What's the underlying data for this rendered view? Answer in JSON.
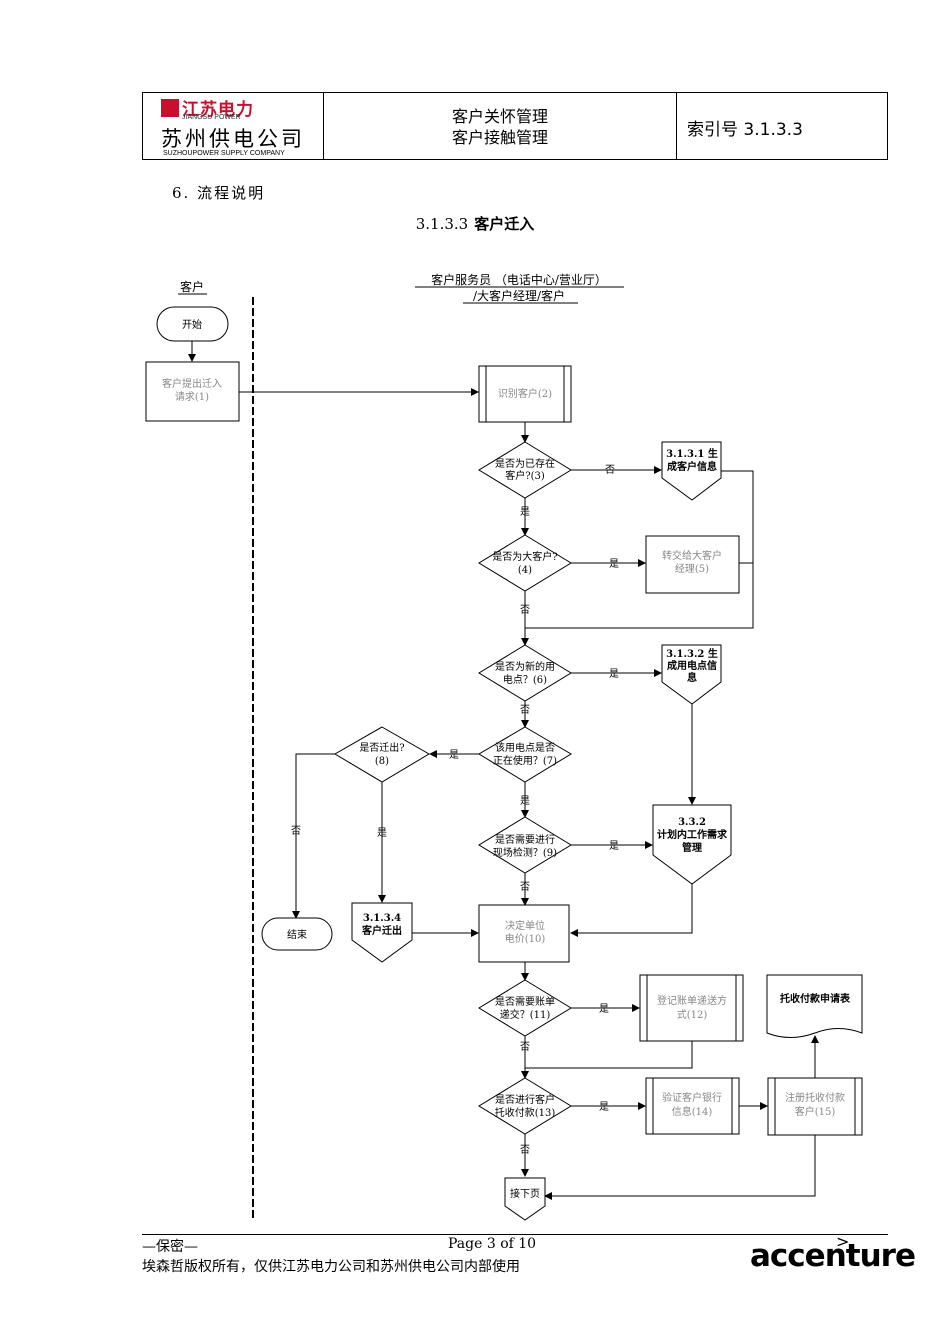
{
  "header": {
    "logo_cn": "江苏电力",
    "logo_en": "JIANGSU POWER",
    "company_cn": "苏州供电公司",
    "company_en": "SUZHOUPOWER SUPPLY COMPANY",
    "title_line1": "客户关怀管理",
    "title_line2": "客户接触管理",
    "index_label": "索引号 3.1.3.3"
  },
  "section": "6. 流程说明",
  "diagram_title_num": "3.1.3.3",
  "diagram_title_text": "客户迁入",
  "lanes": {
    "left": "客户",
    "right_line1": "客户服务员 （电话中心/营业厅）",
    "right_line2": "/大客户经理/客户"
  },
  "nodes": {
    "start": "开始",
    "n1": [
      "客户提出迁入",
      "请求(1)"
    ],
    "n2": "识别客户(2)",
    "n3": [
      "是否为已存在",
      "客户?(3)"
    ],
    "r3131": [
      "3.1.3.1 生",
      "成客户信息"
    ],
    "n4": [
      "是否为大客户?",
      "(4)"
    ],
    "n5": [
      "转交给大客户",
      "经理(5)"
    ],
    "n6": [
      "是否为新的用",
      "电点？(6)"
    ],
    "r3132": [
      "3.1.3.2 生",
      "成用电点信",
      "息"
    ],
    "n7": [
      "该用电点是否",
      "正在使用？(7)"
    ],
    "n8": [
      "是否迁出?",
      "(8)"
    ],
    "n9": [
      "是否需要进行",
      "现场检测？(9)"
    ],
    "r332": [
      "3.3.2",
      "计划内工作需求",
      "管理"
    ],
    "end": "结束",
    "r3134": [
      "3.1.3.4",
      "客户迁出"
    ],
    "n10": [
      "决定单位",
      "电价(10)"
    ],
    "n11": [
      "是否需要账单",
      "递交？(11)"
    ],
    "n12": [
      "登记账单递送方",
      "式(12)"
    ],
    "docout": "托收付款申请表",
    "n13": [
      "是否进行客户",
      "托收付款(13)"
    ],
    "n14": [
      "验证客户银行",
      "信息(14)"
    ],
    "n15": [
      "注册托收付款",
      "客户(15)"
    ],
    "next": "接下页"
  },
  "labels": {
    "yes": "是",
    "no": "否"
  },
  "footer": {
    "confidential": "—保密—",
    "page": "Page 3 of 10",
    "copyright": "埃森哲版权所有，仅供江苏电力公司和苏州供电公司内部使用",
    "brand": "accenture",
    "brand_mark": ">"
  }
}
